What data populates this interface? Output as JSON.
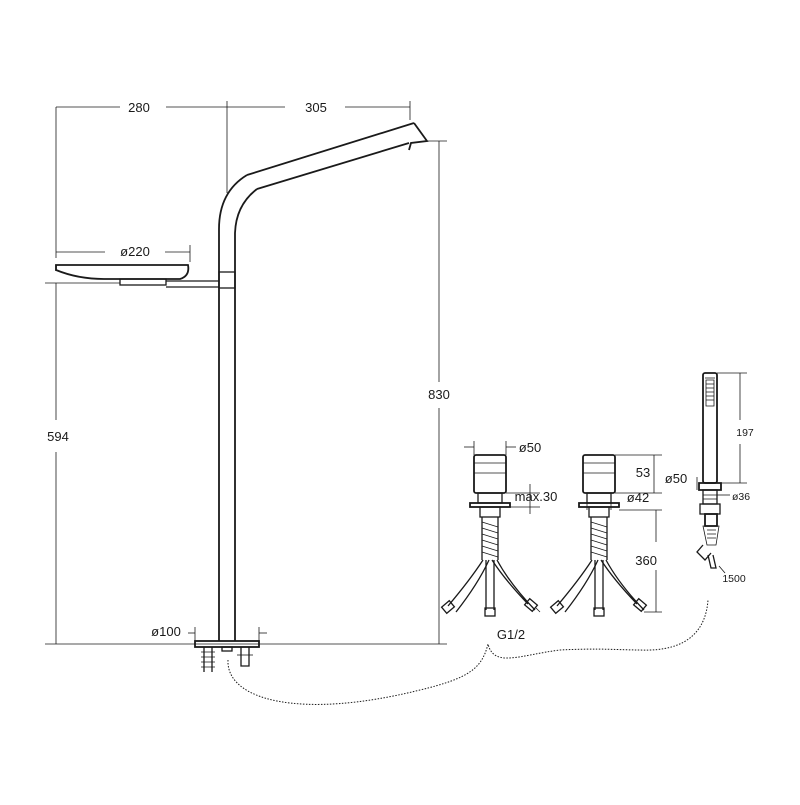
{
  "dimensions": {
    "horizontal_left": "280",
    "horizontal_right": "305",
    "tray_diameter": "ø220",
    "column_height_total": "830",
    "column_height_tray": "594",
    "base_diameter": "ø100",
    "hose_thread": "G1/2",
    "valve_diameter": "ø50",
    "valve_max_deck": "max.30",
    "valve_height": "53",
    "valve_thread_diameter": "ø42",
    "hose_length_valve": "360",
    "handshower_holder_diameter": "ø50",
    "handshower_length": "197",
    "handshower_thread_diameter": "ø36",
    "handshower_hose_length": "1500"
  }
}
